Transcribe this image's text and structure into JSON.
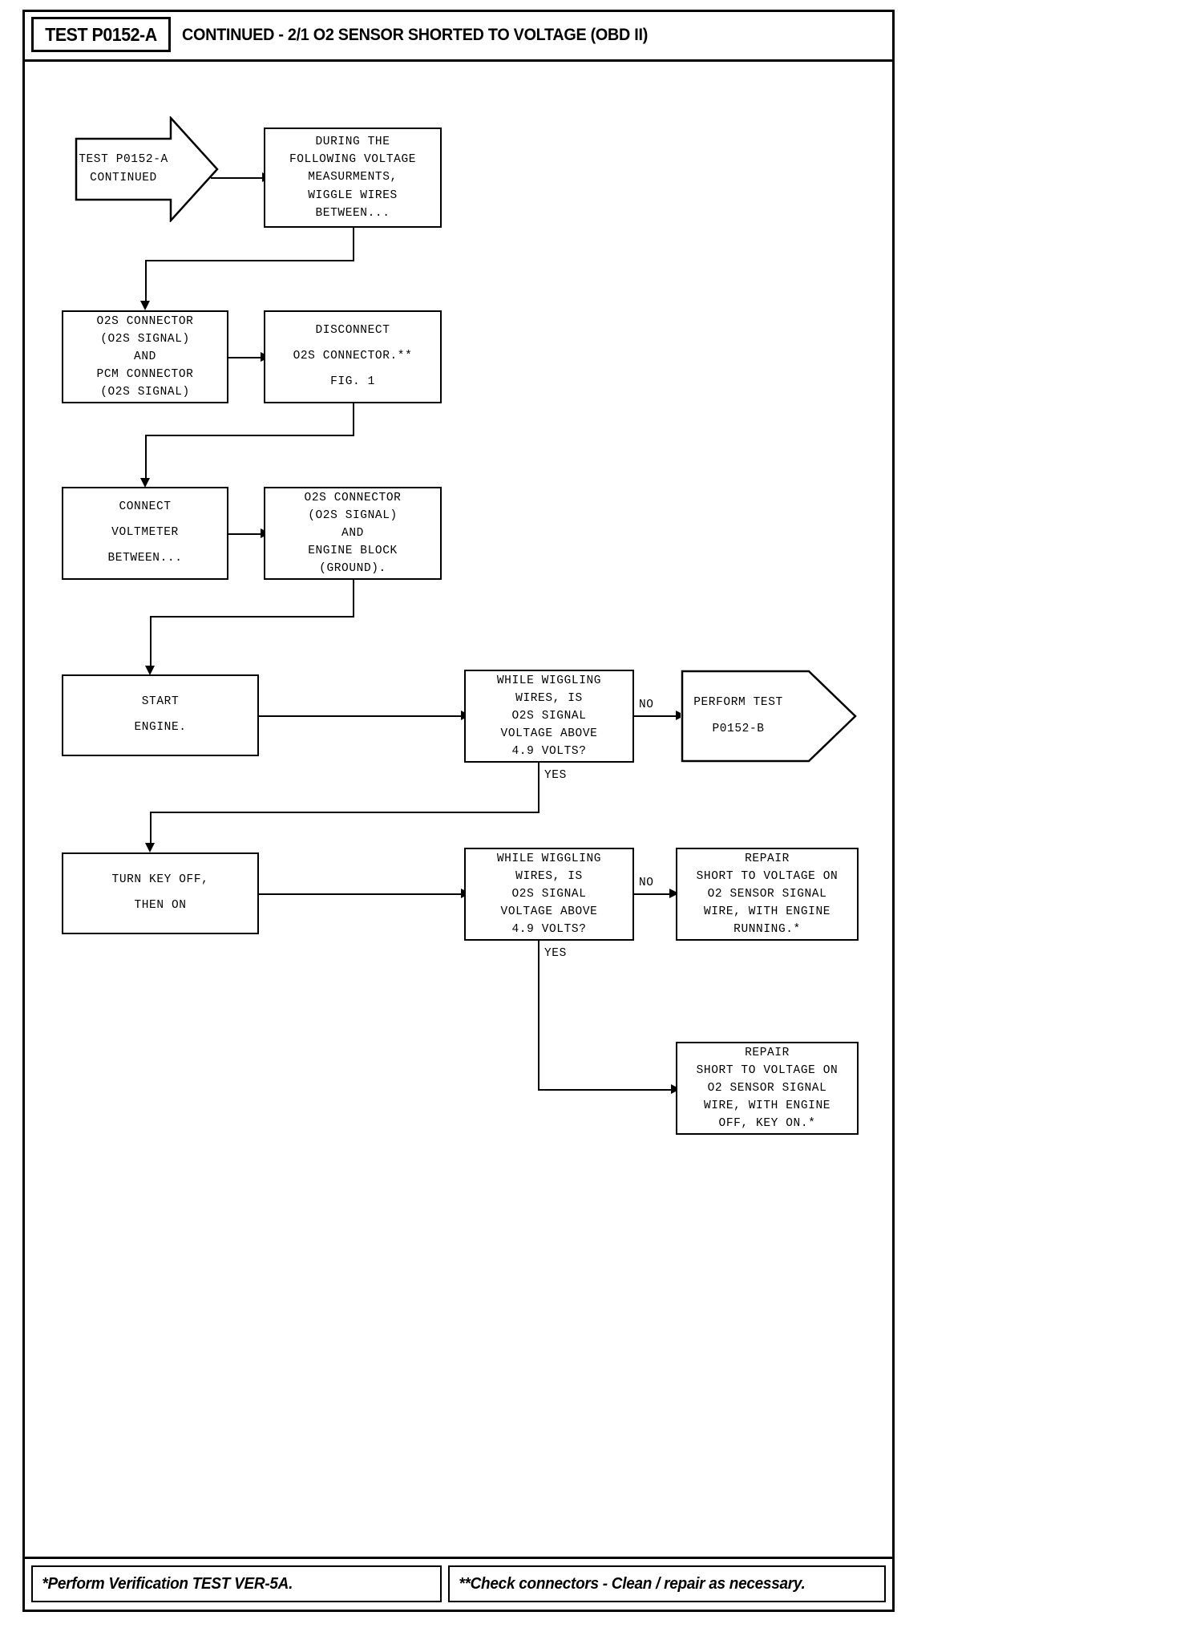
{
  "header": {
    "test_id": "TEST P0152-A",
    "title": "CONTINUED - 2/1 O2 SENSOR SHORTED TO VOLTAGE (OBD II)"
  },
  "footer": {
    "left_note": "*Perform Verification TEST VER-5A.",
    "right_note": "**Check connectors - Clean / repair as necessary."
  },
  "nodes": {
    "start": {
      "shape": "pennant",
      "l1": "TEST P0152-A",
      "l2": "CONTINUED"
    },
    "wiggle_intro": {
      "shape": "box",
      "l1": "DURING THE",
      "l2": "FOLLOWING VOLTAGE",
      "l3": "MEASURMENTS,",
      "l4": "WIGGLE WIRES",
      "l5": "BETWEEN..."
    },
    "connectors_list": {
      "shape": "box",
      "l1": "O2S CONNECTOR",
      "l2": "(O2S SIGNAL)",
      "l3": "AND",
      "l4": "PCM CONNECTOR",
      "l5": "(O2S SIGNAL)"
    },
    "disconnect": {
      "shape": "box",
      "l1": "DISCONNECT",
      "l2": "O2S CONNECTOR.**",
      "l3": "FIG. 1"
    },
    "connect_voltmeter": {
      "shape": "box",
      "l1": "CONNECT",
      "l2": "VOLTMETER",
      "l3": "BETWEEN..."
    },
    "ground_points": {
      "shape": "box",
      "l1": "O2S CONNECTOR",
      "l2": "(O2S SIGNAL)",
      "l3": "AND",
      "l4": "ENGINE BLOCK",
      "l5": "(GROUND)."
    },
    "start_engine": {
      "shape": "box",
      "l1": "START",
      "l2": "ENGINE."
    },
    "decision_engine_running": {
      "shape": "box",
      "l1": "WHILE WIGGLING",
      "l2": "WIRES, IS",
      "l3": "O2S SIGNAL",
      "l4": "VOLTAGE ABOVE",
      "l5": "4.9 VOLTS?"
    },
    "perform_test_b": {
      "shape": "pennant",
      "l1": "PERFORM TEST",
      "l2": "P0152-B"
    },
    "turn_key": {
      "shape": "box",
      "l1": "TURN KEY OFF,",
      "l2": "THEN ON"
    },
    "decision_key_on": {
      "shape": "box",
      "l1": "WHILE WIGGLING",
      "l2": "WIRES, IS",
      "l3": "O2S SIGNAL",
      "l4": "VOLTAGE ABOVE",
      "l5": "4.9 VOLTS?"
    },
    "repair_engine_running": {
      "shape": "box",
      "l1": "REPAIR",
      "l2": "SHORT TO VOLTAGE ON",
      "l3": "O2 SENSOR SIGNAL",
      "l4": "WIRE, WITH ENGINE",
      "l5": "RUNNING.*"
    },
    "repair_key_on": {
      "shape": "box",
      "l1": "REPAIR",
      "l2": "SHORT TO VOLTAGE ON",
      "l3": "O2 SENSOR SIGNAL",
      "l4": "WIRE, WITH ENGINE",
      "l5": "OFF, KEY ON.*"
    }
  },
  "edge_labels": {
    "no_1": "NO",
    "yes_1": "YES",
    "no_2": "NO",
    "yes_2": "YES"
  },
  "colors": {
    "ink": "#000000",
    "paper": "#ffffff"
  }
}
